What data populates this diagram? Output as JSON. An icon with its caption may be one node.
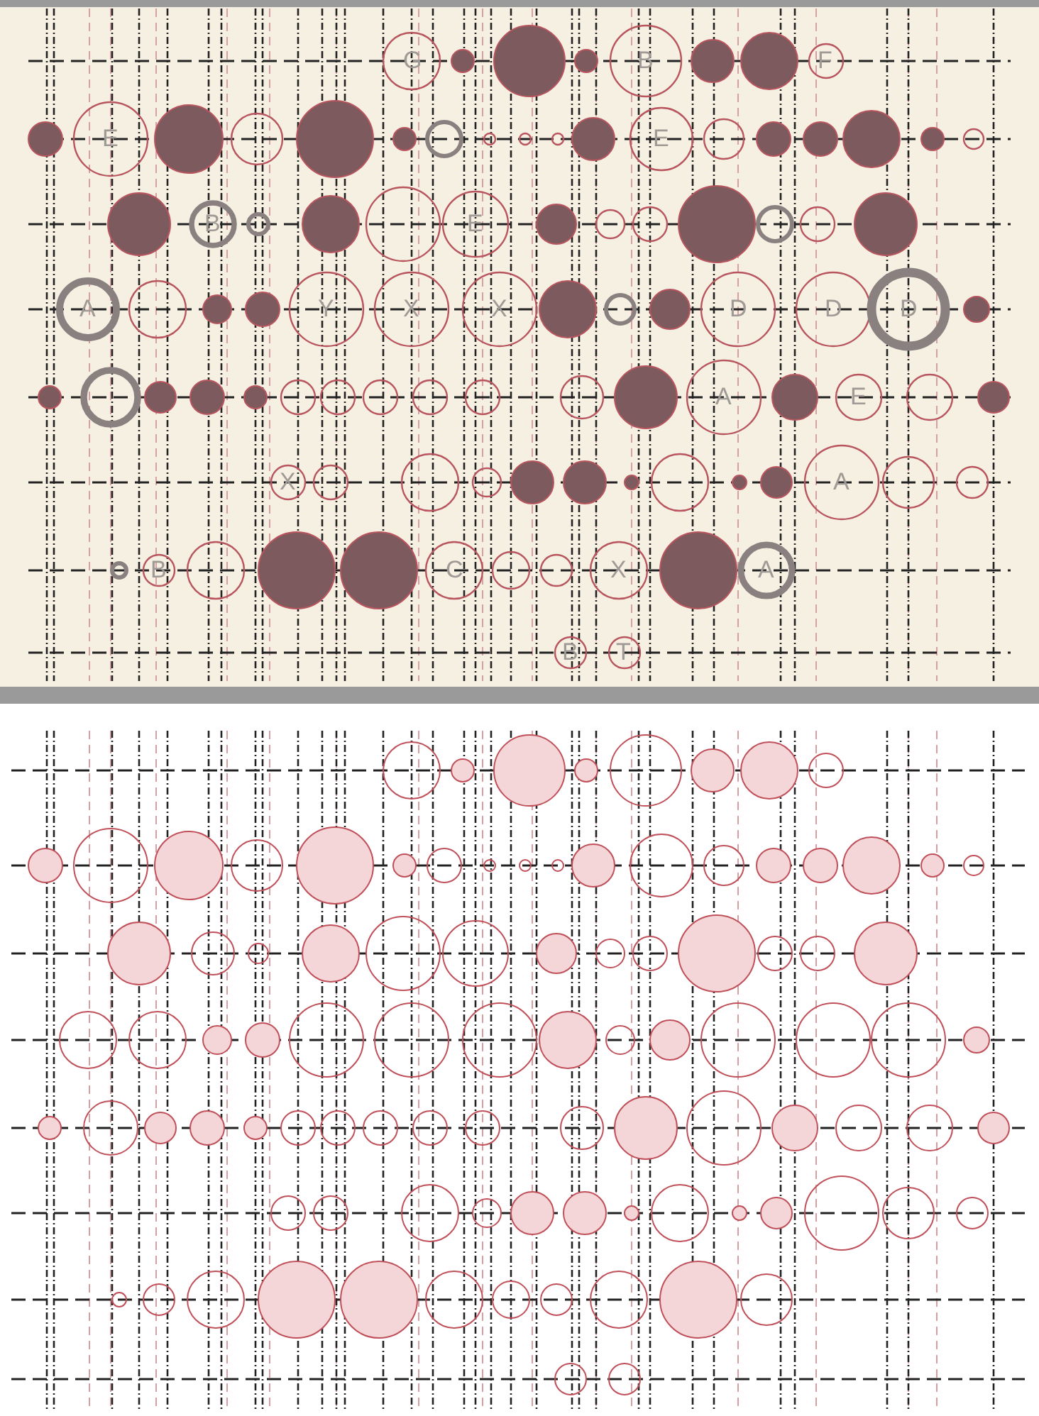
{
  "diagram": {
    "labels": [
      "G",
      "B",
      "F",
      "E",
      "E",
      "B",
      "E",
      "A",
      "Y",
      "X",
      "X",
      "D",
      "D",
      "D",
      "A",
      "E",
      "X",
      "A",
      "B",
      "C",
      "X",
      "A",
      "B",
      "T"
    ]
  }
}
